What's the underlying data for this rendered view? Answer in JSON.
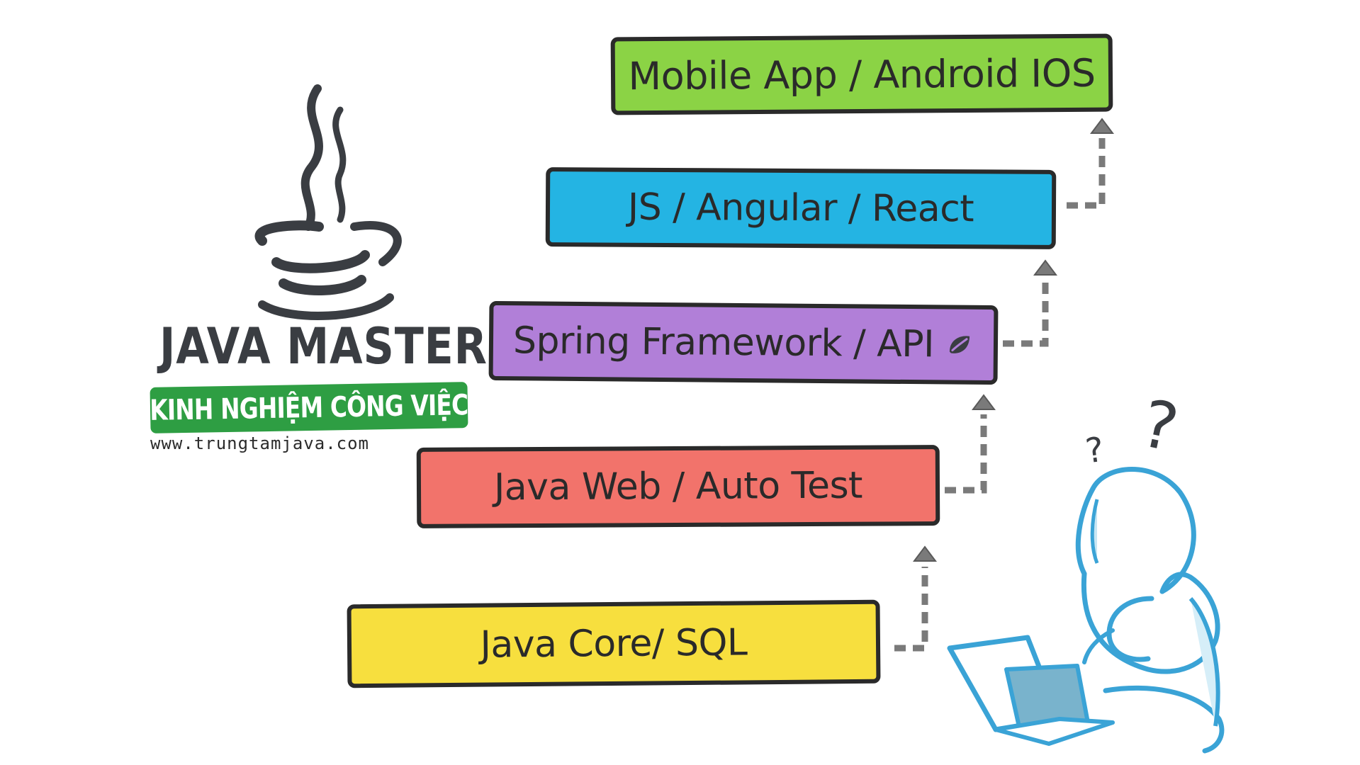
{
  "logo": {
    "title": "JAVA MASTER",
    "subtitle": "KINH NGHIỆM CÔNG VIỆC",
    "url": "www.trungtamjava.com",
    "banner_color": "#2e9e43"
  },
  "steps": [
    {
      "label": "Java Core/ SQL",
      "color": "#f7df3e"
    },
    {
      "label": "Java Web / Auto Test",
      "color": "#f2736b"
    },
    {
      "label": "Spring Framework / API",
      "color": "#b17fd8",
      "icon": "leaf-icon"
    },
    {
      "label": "JS / Angular / React",
      "color": "#24b4e3"
    },
    {
      "label": "Mobile App / Android IOS",
      "color": "#8bd345"
    }
  ],
  "person": {
    "marks": [
      "?",
      "?"
    ],
    "outline_color": "#3aa3d6"
  }
}
